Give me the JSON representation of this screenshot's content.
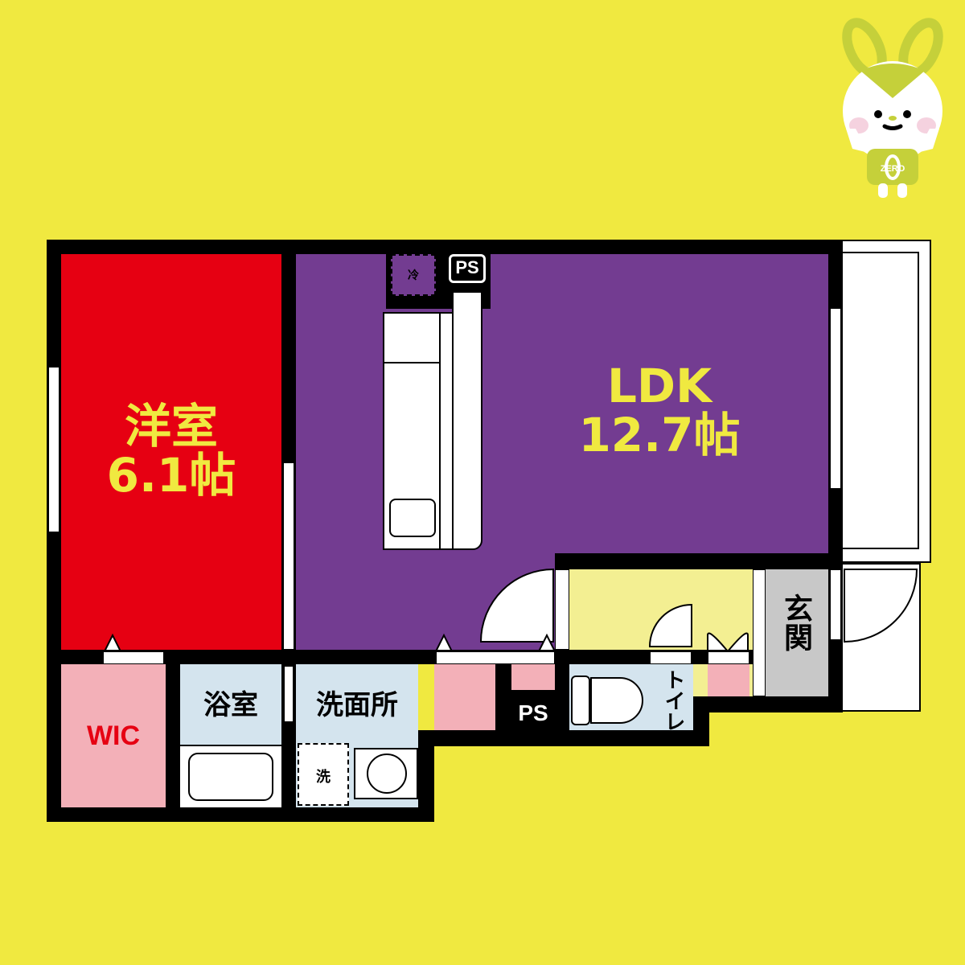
{
  "plan": {
    "background_color": "#f0e940",
    "mascot": {
      "name": "ZERO",
      "shirt_text": "ZERO"
    },
    "rooms": [
      {
        "id": "western-room",
        "name": "洋室",
        "size": "6.1帖",
        "color": "#e60012",
        "label_color": "#f0e940"
      },
      {
        "id": "ldk",
        "name": "LDK",
        "size": "12.7帖",
        "color": "#733c91",
        "label_color": "#f0e940"
      },
      {
        "id": "wic",
        "name": "WIC",
        "color": "#f3b0b8",
        "label_color": "#e60012"
      },
      {
        "id": "bathroom",
        "name": "浴室",
        "color": "#d4e4ee",
        "label_color": "#000000"
      },
      {
        "id": "washroom",
        "name": "洗面所",
        "color": "#d4e4ee",
        "label_color": "#000000"
      },
      {
        "id": "toilet",
        "name": "トイレ",
        "color": "#d4e4ee",
        "label_color": "#000000"
      },
      {
        "id": "entrance",
        "name": "玄関",
        "color": "#c8c8c8",
        "label_color": "#000000"
      },
      {
        "id": "hallway",
        "color": "#f3ef92"
      }
    ],
    "fixtures": {
      "fridge_label": "冷",
      "washer_label": "洗",
      "ps_top": "PS",
      "ps_bottom": "PS"
    }
  }
}
